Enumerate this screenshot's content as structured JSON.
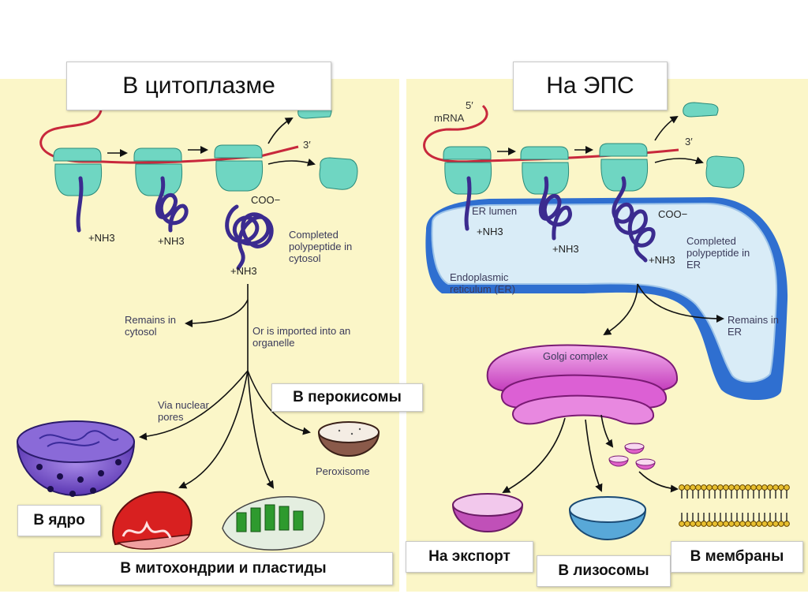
{
  "headers": {
    "cytoplasm": "В цитоплазме",
    "er": "На ЭПС"
  },
  "targets": {
    "peroxisomes": "В перокисомы",
    "nucleus": "В ядро",
    "mito_plastids": "В митохондрии и пластиды",
    "export": "На экспорт",
    "lysosomes": "В лизосомы",
    "membranes": "В мембраны"
  },
  "left_panel": {
    "nh3_1": "+NH3",
    "nh3_2": "+NH3",
    "nh3_3": "+NH3",
    "coo": "COO−",
    "three_prime": "3′",
    "completed": "Completed polypeptide in cytosol",
    "remains": "Remains in cytosol",
    "imported": "Or is imported into an organelle",
    "nuclear_pores": "Via nuclear pores",
    "peroxisome": "Peroxisome"
  },
  "right_panel": {
    "five_prime": "5′",
    "mrna": "mRNA",
    "three_prime": "3′",
    "er_lumen": "ER lumen",
    "nh3_1": "+NH3",
    "nh3_2": "+NH3",
    "nh3_3": "+NH3",
    "coo": "COO−",
    "completed": "Completed polypeptide in ER",
    "er_name": "Endoplasmic reticulum (ER)",
    "remains": "Remains in ER",
    "golgi": "Golgi complex"
  },
  "colors": {
    "panel": "#fbf6c8",
    "ribosome": "#6fd6c2",
    "mrna": "#c8283c",
    "polypeptide": "#3b2b8f",
    "er_fill": "#d9ecf7",
    "er_edge": "#2f6fd0",
    "golgi": "#e070d8",
    "mito": "#d82020",
    "plastid": "#2e9a2e",
    "nucleus": "#6a4ac2",
    "membrane_head": "#e8c030"
  }
}
